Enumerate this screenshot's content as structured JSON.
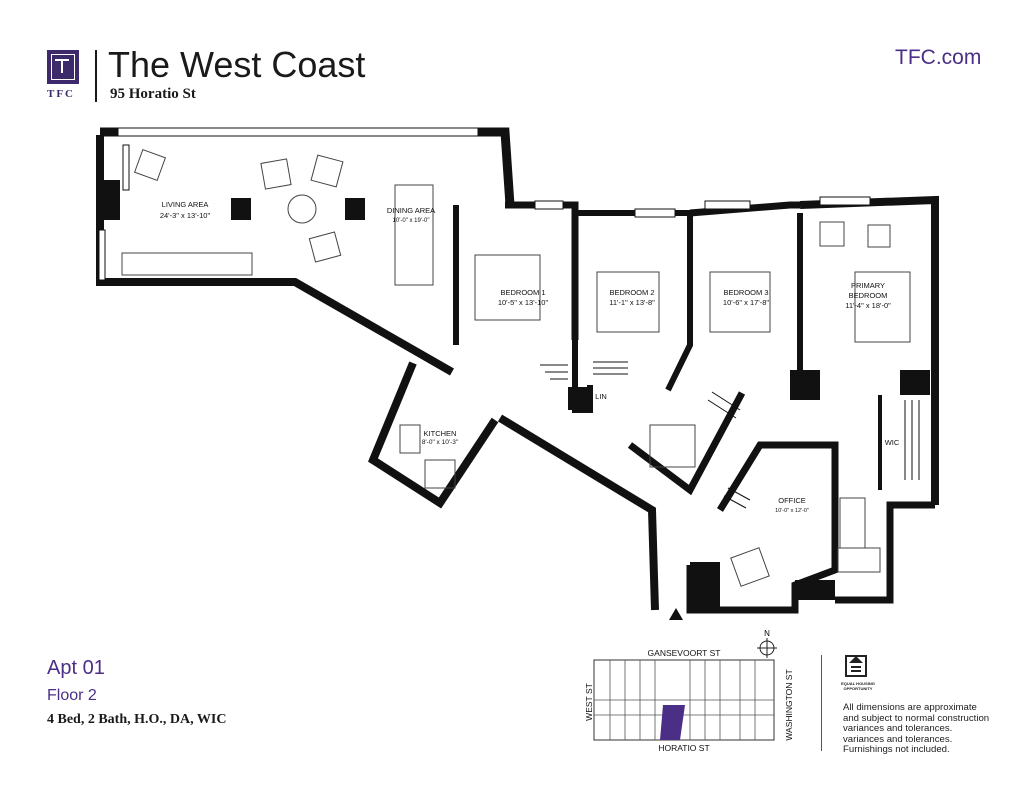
{
  "header": {
    "logo_text": "TFC",
    "title": "The West Coast",
    "address": "95 Horatio St",
    "website": "TFC.com"
  },
  "unit": {
    "apt": "Apt 01",
    "floor": "Floor 2",
    "summary": "4 Bed, 2 Bath, H.O., DA, WIC"
  },
  "rooms": {
    "living": {
      "name": "LIVING AREA",
      "dims": "24'-3\" x 13'-10\""
    },
    "dining": {
      "name": "DINING AREA",
      "dims": "10'-0\" x 19'-0\""
    },
    "bedroom1": {
      "name": "BEDROOM 1",
      "dims": "10'-5\" x 13'-10\""
    },
    "bedroom2": {
      "name": "BEDROOM 2",
      "dims": "11'-1\" x 13'-8\""
    },
    "bedroom3": {
      "name": "BEDROOM 3",
      "dims": "10'-6\" x 17'-8\""
    },
    "primary": {
      "name1": "PRIMARY",
      "name2": "BEDROOM",
      "dims": "11'-4\" x 18'-0\""
    },
    "kitchen": {
      "name": "KITCHEN",
      "dims": "8'-0\" x 10'-3\""
    },
    "office": {
      "name": "OFFICE",
      "dims": "10'-0\" x 12'-0\""
    },
    "lin": "LIN",
    "wic": "WIC"
  },
  "keyplan": {
    "north": "N",
    "street_top": "GANSEVOORT ST",
    "street_bottom": "HORATIO ST",
    "street_left": "WEST ST",
    "street_right": "WASHINGTON ST"
  },
  "eho_label": "EQUAL HOUSING OPPORTUNITY",
  "disclaimer": [
    "All dimensions are approximate",
    "and subject to normal construction",
    "variances and tolerances.",
    "variances and tolerances.",
    "Furnishings not included."
  ],
  "colors": {
    "brand_purple": "#4b2f86",
    "logo_purple": "#3d2a6b",
    "wall": "#111111"
  }
}
